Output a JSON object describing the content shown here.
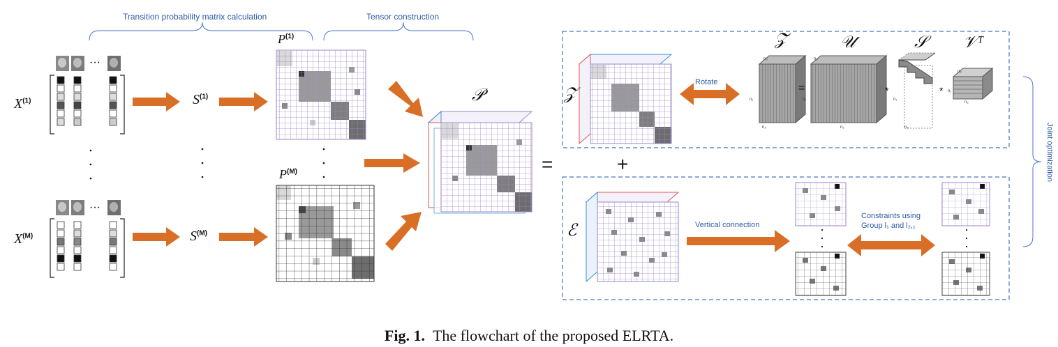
{
  "header_labels": {
    "transition": "Transition probability matrix  calculation",
    "tensor": "Tensor construction"
  },
  "symbols": {
    "x1_base": "X",
    "x1_sup": "(1)",
    "xm_base": "X",
    "xm_sup": "(M)",
    "s1_base": "S",
    "s1_sup": "(1)",
    "sm_base": "S",
    "sm_sup": "(M)",
    "p1_base": "P",
    "p1_sup": "(1)",
    "pm_base": "P",
    "pm_sup": "(M)",
    "tensor_P": "𝒫",
    "Z": "𝒵",
    "E": "ℰ",
    "Z_tilde": "𝒵̃",
    "U": "𝒰",
    "S_core": "𝒮",
    "V_T": "𝒱ᵀ",
    "equals": "=",
    "plus": "+",
    "small_eq": "=",
    "star1": "*",
    "star2": "*"
  },
  "process_labels": {
    "rotate": "Rotate",
    "vertical": "Vertical connection",
    "constraints_line1": "Constraints using",
    "constraints_line2": "Group l₁ and l₂,₁",
    "joint": "Joint  optimization"
  },
  "dim_labels": {
    "n1": "n₁",
    "n2": "n₂",
    "n3": "n₃"
  },
  "ellipsis": "···",
  "caption": {
    "label": "Fig. 1.",
    "text": "The flowchart of the proposed ELRTA."
  },
  "colors": {
    "arrow": "#d96f27",
    "box": "#4a74c4",
    "grid_purple": "#9b86c8",
    "accent_blue": "#3b8fd6",
    "accent_red": "#d85a5a"
  }
}
